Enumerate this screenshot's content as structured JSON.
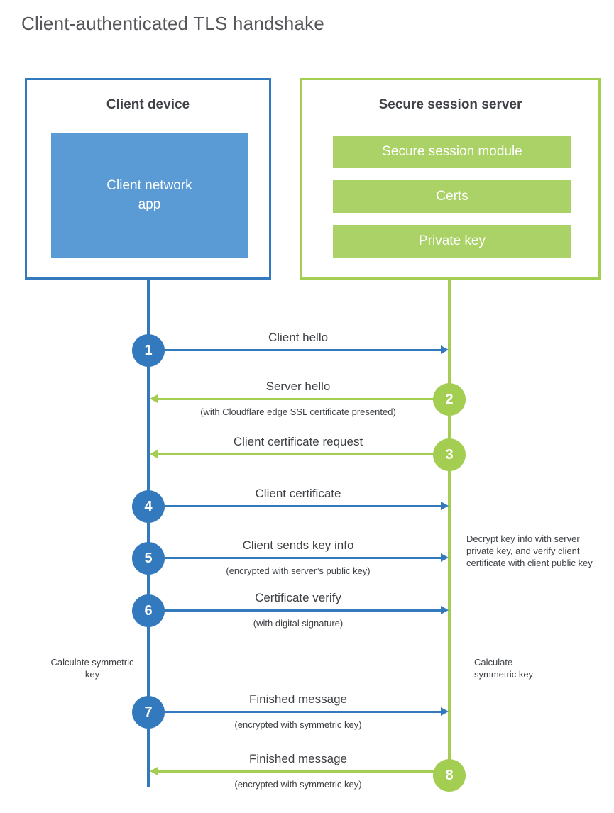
{
  "title": "Client-authenticated TLS handshake",
  "client": {
    "title": "Client device",
    "app_label": "Client network app"
  },
  "server": {
    "title": "Secure session server",
    "modules": [
      "Secure session module",
      "Certs",
      "Private key"
    ]
  },
  "steps": [
    {
      "num": "1",
      "from": "client",
      "label": "Client hello",
      "sub": ""
    },
    {
      "num": "2",
      "from": "server",
      "label": "Server hello",
      "sub": "(with Cloudflare edge SSL certificate presented)"
    },
    {
      "num": "3",
      "from": "server",
      "label": "Client certificate request",
      "sub": ""
    },
    {
      "num": "4",
      "from": "client",
      "label": "Client certificate",
      "sub": ""
    },
    {
      "num": "5",
      "from": "client",
      "label": "Client sends key info",
      "sub": "(encrypted with server’s public key)"
    },
    {
      "num": "6",
      "from": "client",
      "label": "Certificate verify",
      "sub": "(with digital signature)"
    },
    {
      "num": "7",
      "from": "client",
      "label": "Finished message",
      "sub": "(encrypted with symmetric key)"
    },
    {
      "num": "8",
      "from": "server",
      "label": "Finished message",
      "sub": "(encrypted with symmetric key)"
    }
  ],
  "notes": {
    "decrypt": "Decrypt key info with server private key, and verify client certificate with client public key",
    "calc_left": "Calculate symmetric key",
    "calc_right": "Calculate symmetric key"
  },
  "colors": {
    "blue": "#3279bd",
    "blue_fill": "#5b9bd5",
    "green": "#a3ce52",
    "green_fill": "#abd266"
  }
}
